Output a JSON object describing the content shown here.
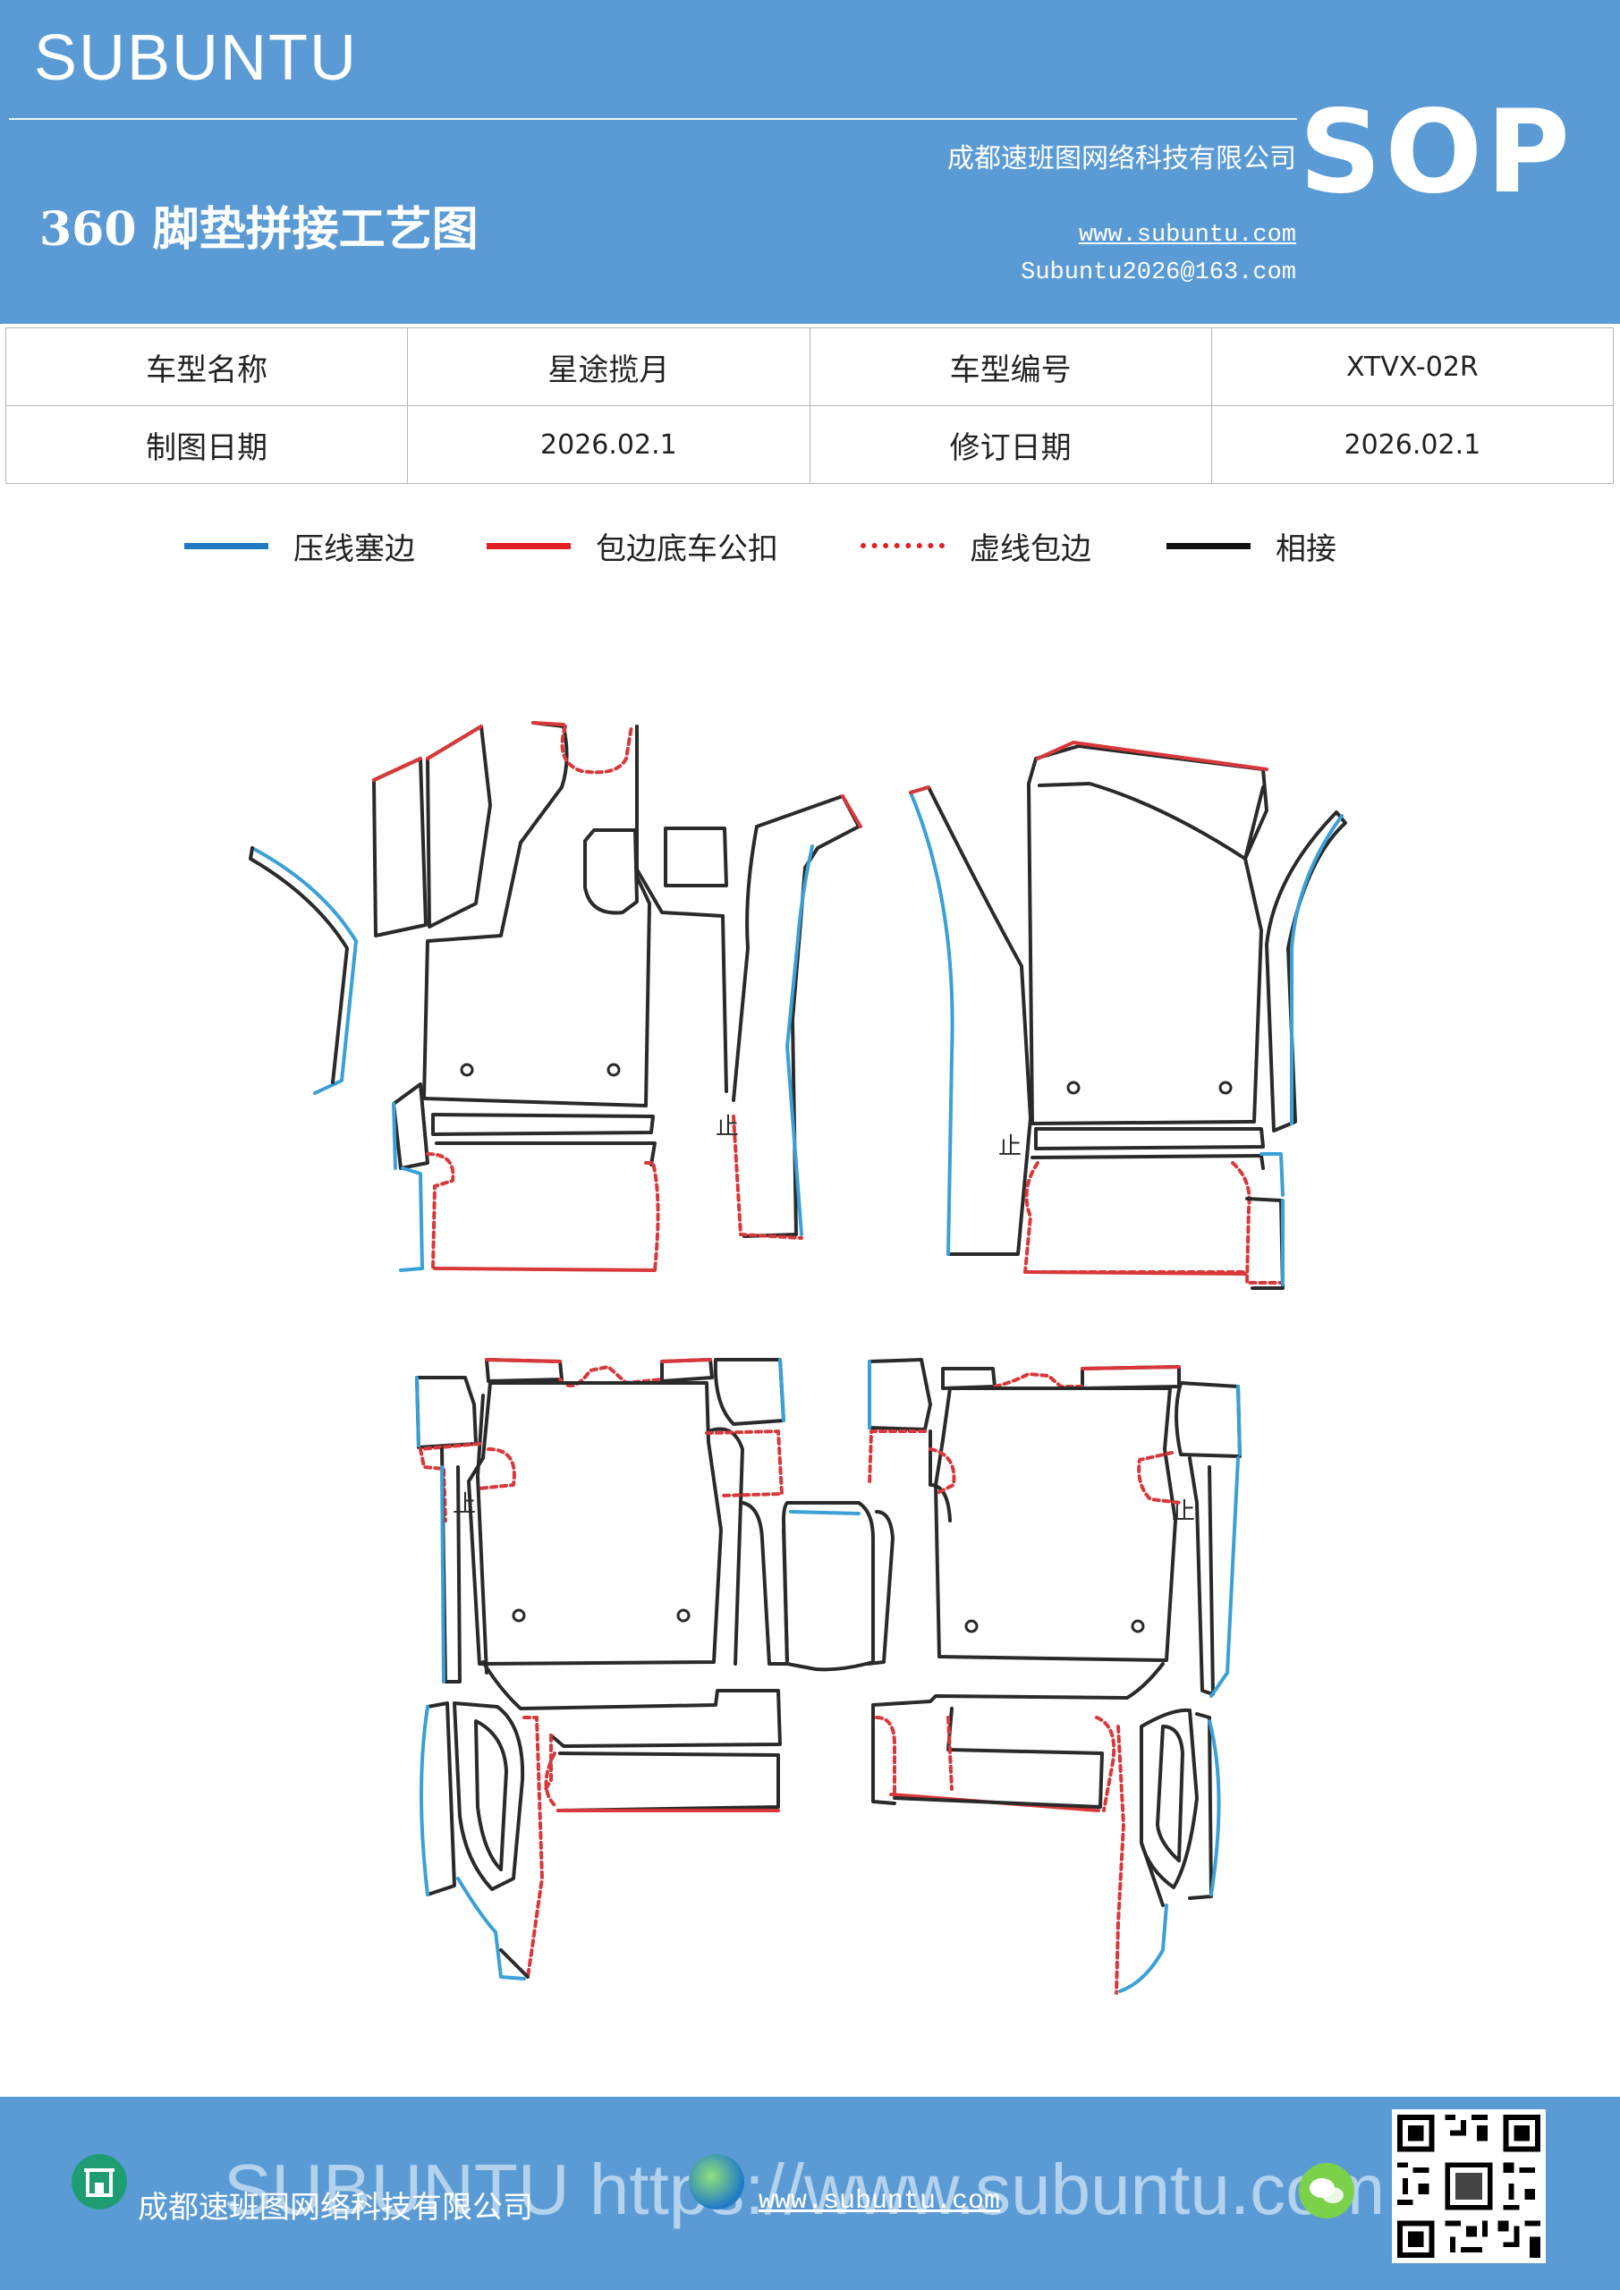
{
  "header": {
    "brand": "SUBUNTU",
    "title": "360 脚垫拼接工艺图",
    "company": "成都速班图网络科技有限公司",
    "website": "www.subuntu.com",
    "email": "Subuntu2026@163.com",
    "badge": "SOP"
  },
  "info_table": {
    "rows": [
      [
        "车型名称",
        "星途揽月",
        "车型编号",
        "XTVX-02R"
      ],
      [
        "制图日期",
        "2026.02.1",
        "修订日期",
        "2026.02.1"
      ]
    ]
  },
  "legend": [
    {
      "label": "压线塞边",
      "color": "#1f78c1",
      "style": "solid"
    },
    {
      "label": "包边底车公扣",
      "color": "#e02020",
      "style": "solid"
    },
    {
      "label": "虚线包边",
      "color": "#e02020",
      "style": "dotted"
    },
    {
      "label": "相接",
      "color": "#111111",
      "style": "solid"
    }
  ],
  "diagram": {
    "marker": "止",
    "colors": {
      "blue": "#3aa0d8",
      "red": "#d9383a",
      "black": "#2a2a2a"
    }
  },
  "footer": {
    "company": "成都速班图网络科技有限公司",
    "website": "www.subuntu.com",
    "watermark": "SUBUNTU https://www.subuntu.com",
    "icons": [
      "building-icon",
      "globe-icon",
      "wechat-icon"
    ]
  }
}
